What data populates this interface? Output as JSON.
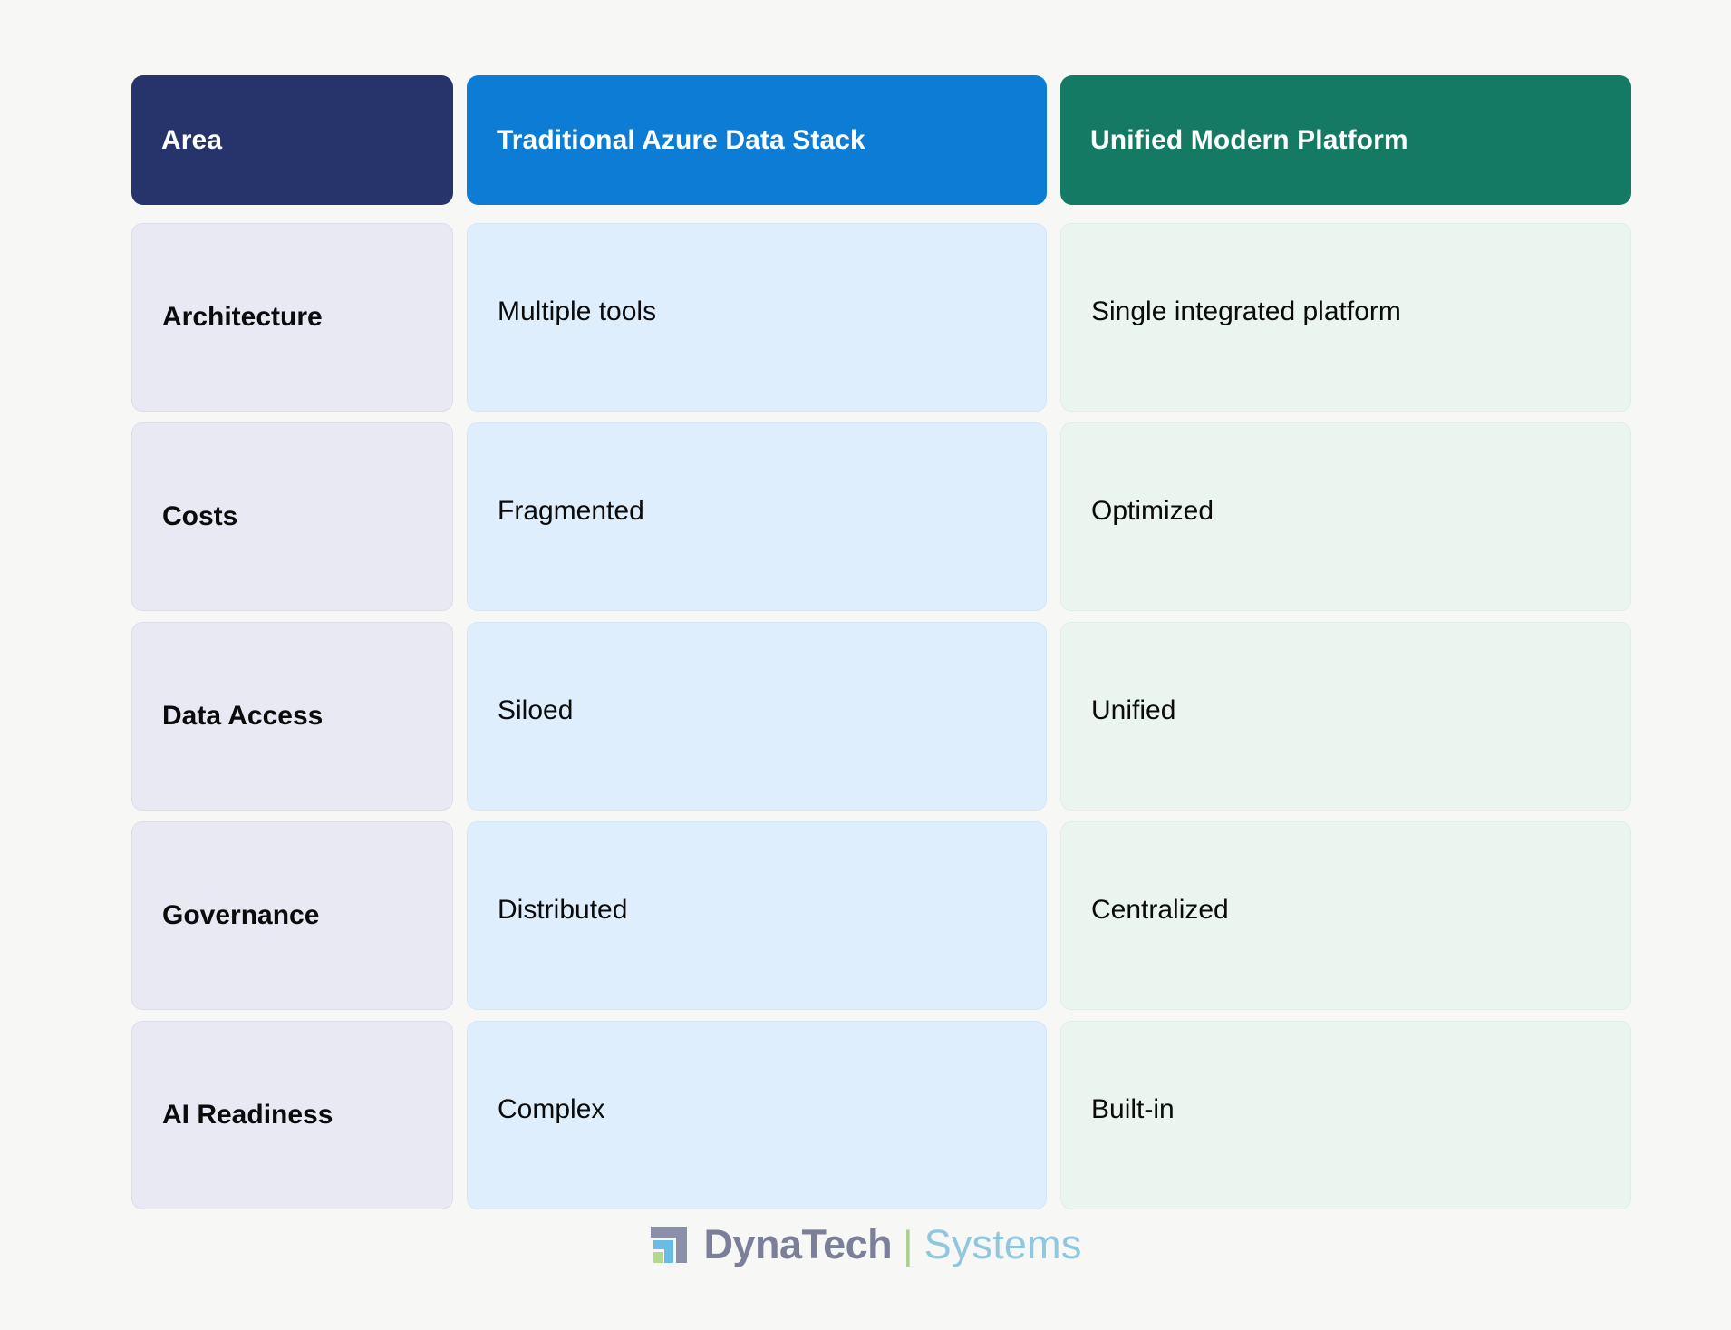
{
  "page": {
    "background_color": "#f7f7f6"
  },
  "table": {
    "headers": [
      {
        "label": "Area",
        "color": "#27336b"
      },
      {
        "label": "Traditional Azure Data Stack",
        "color": "#0c7cd5"
      },
      {
        "label": "Unified Modern Platform",
        "color": "#157a63"
      }
    ],
    "rows": [
      {
        "area": "Architecture",
        "traditional": "Multiple tools",
        "modern": "Single integrated platform"
      },
      {
        "area": "Costs",
        "traditional": "Fragmented",
        "modern": "Optimized"
      },
      {
        "area": "Data Access",
        "traditional": "Siloed",
        "modern": "Unified"
      },
      {
        "area": "Governance",
        "traditional": "Distributed",
        "modern": "Centralized"
      },
      {
        "area": "AI Readiness",
        "traditional": "Complex",
        "modern": "Built-in"
      }
    ],
    "cell_colors": {
      "area": "#e8e9f3",
      "traditional": "#dfeefc",
      "modern": "#ebf5f0"
    }
  },
  "logo": {
    "mark": "dynatech-nested-squares-logo-mark",
    "primary": "DynaTech",
    "divider": "|",
    "secondary": "Systems",
    "colors": {
      "primary": "#7b7f98",
      "divider": "#a9cf8f",
      "secondary": "#8fc7de",
      "mark_gray": "#8b8fa8",
      "mark_blue": "#69bde4",
      "mark_green": "#b4d98c"
    }
  }
}
